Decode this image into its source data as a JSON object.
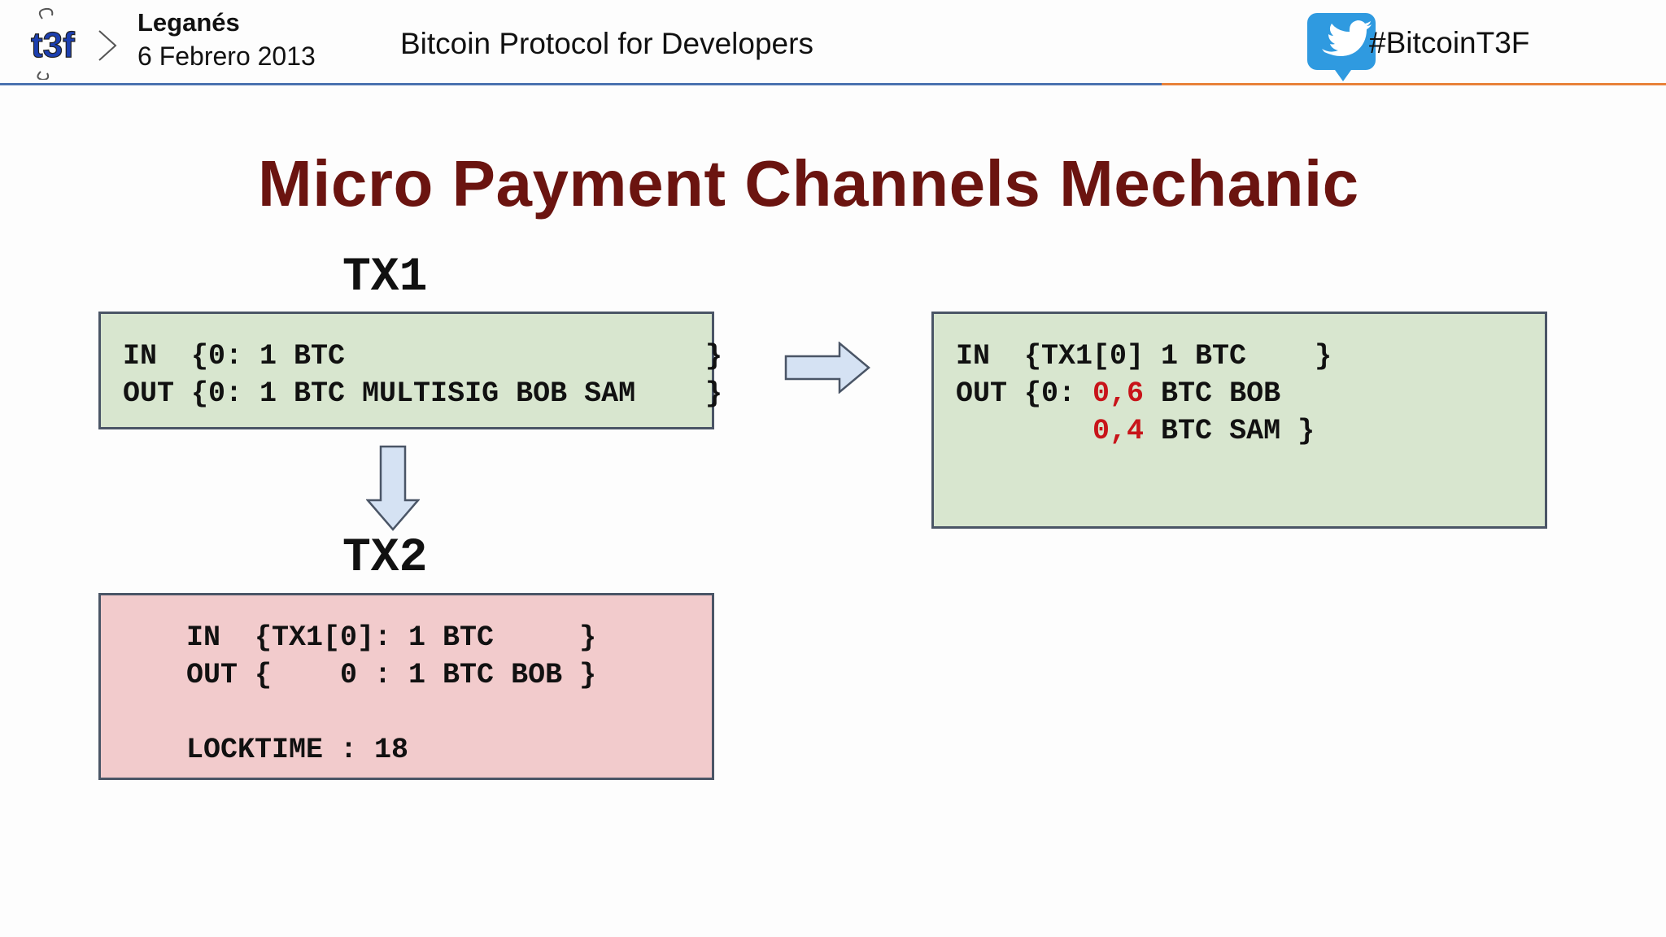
{
  "header": {
    "event_city": "Leganés",
    "event_date": "6 Febrero 2013",
    "talk_title": "Bitcoin Protocol for Developers",
    "hashtag": "#BitcoinT3F",
    "logo_text": "t3f",
    "logo_icon": "t3f-logo",
    "twitter_icon": "twitter-bird-icon"
  },
  "slide": {
    "title": "Micro Payment Channels Mechanic"
  },
  "tx1": {
    "label": "TX1",
    "line1": "IN  {0: 1 BTC",
    "line2": "OUT {0: 1 BTC MULTISIG BOB SAM",
    "brace1": "}",
    "brace2": "}"
  },
  "tx2": {
    "label": "TX2",
    "line1": "IN  {TX1[0]: 1 BTC     }",
    "line2": "OUT {    0 : 1 BTC BOB }",
    "line3": "",
    "line4": "LOCKTIME : 18"
  },
  "settlement": {
    "line1": "IN  {TX1[0] 1 BTC    }",
    "line2_prefix": "OUT {0: ",
    "line2_amount": "0,6",
    "line2_suffix": " BTC BOB",
    "line3_prefix": "        ",
    "line3_amount": "0,4",
    "line3_suffix": " BTC SAM }"
  },
  "colors": {
    "title": "#6b1410",
    "green_box": "#d8e6cf",
    "red_box": "#f2cbcc",
    "highlight": "#c8141a",
    "rule_blue": "#4a72b0",
    "rule_orange": "#e8823a",
    "arrow_fill": "#d5e2f3",
    "arrow_stroke": "#4a5566"
  },
  "arrows": {
    "right_icon": "arrow-right-icon",
    "down_icon": "arrow-down-icon"
  }
}
